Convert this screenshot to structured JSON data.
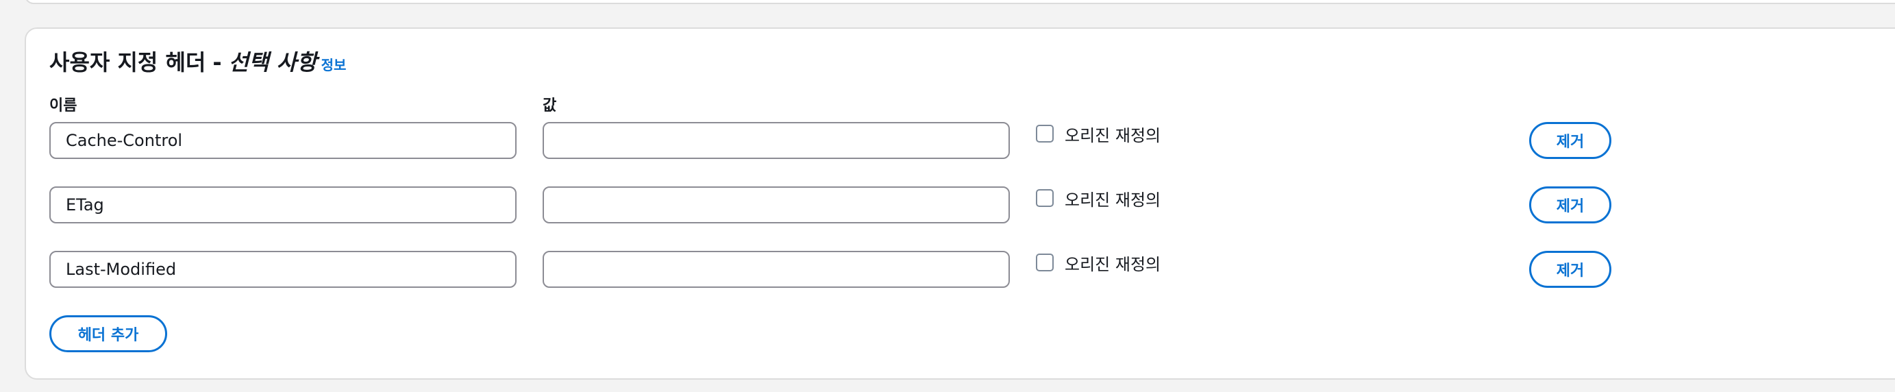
{
  "section": {
    "title": "사용자 지정 헤더",
    "separator": "-",
    "optional": "선택 사항",
    "info_link": "정보"
  },
  "columns": {
    "name_label": "이름",
    "value_label": "값"
  },
  "headers": [
    {
      "name": "Cache-Control",
      "value": "",
      "override_label": "오리진 재정의",
      "override_checked": false,
      "remove_label": "제거"
    },
    {
      "name": "ETag",
      "value": "",
      "override_label": "오리진 재정의",
      "override_checked": false,
      "remove_label": "제거"
    },
    {
      "name": "Last-Modified",
      "value": "",
      "override_label": "오리진 재정의",
      "override_checked": false,
      "remove_label": "제거"
    }
  ],
  "add_header_label": "헤더 추가",
  "colors": {
    "accent": "#0972d3",
    "border": "#8c8c94",
    "text": "#16191f",
    "background": "#f3f3f3"
  }
}
